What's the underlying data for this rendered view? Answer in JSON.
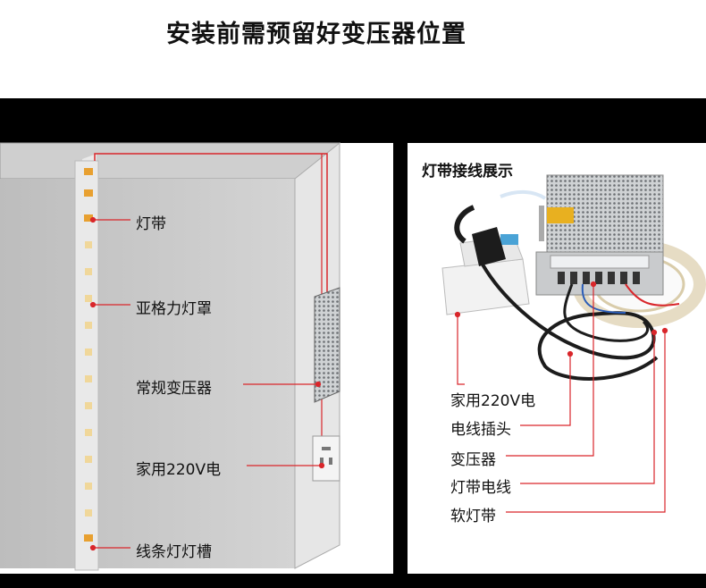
{
  "title": "安装前需预留好变压器位置",
  "left_labels": {
    "strip": "灯带",
    "cover": "亚格力灯罩",
    "transformer": "常规变压器",
    "power": "家用220V电",
    "groove": "线条灯灯槽"
  },
  "right_panel": {
    "title": "灯带接线展示",
    "labels": {
      "power": "家用220V电",
      "plug": "电线插头",
      "transformer": "变压器",
      "strip_wire": "灯带电线",
      "soft_strip": "软灯带"
    }
  },
  "colors": {
    "leader_line": "#d9262b",
    "background_frame": "#000000"
  }
}
